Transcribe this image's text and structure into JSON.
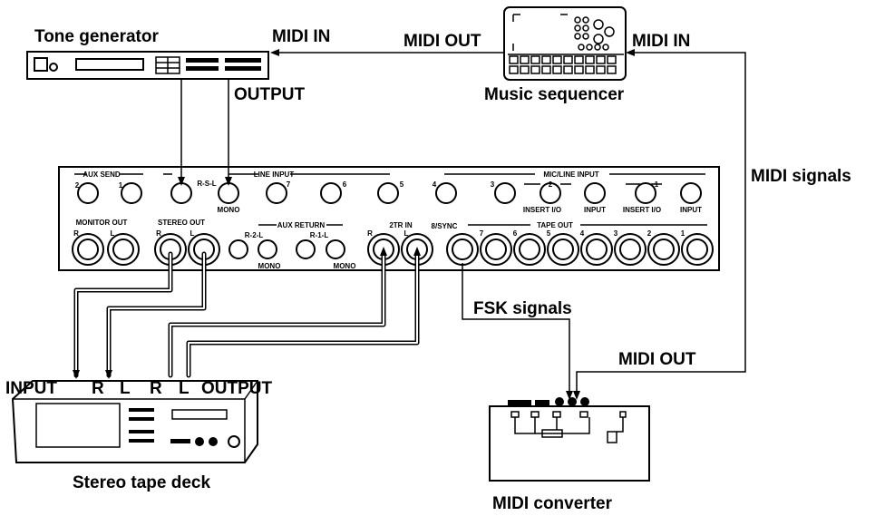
{
  "labels": {
    "tone_generator": "Tone generator",
    "midi_in_tone": "MIDI IN",
    "midi_out_seq": "MIDI OUT",
    "midi_in_seq": "MIDI IN",
    "output_tone": "OUTPUT",
    "music_sequencer": "Music sequencer",
    "midi_signals": "MIDI signals",
    "fsk_signals": "FSK signals",
    "midi_out_conv": "MIDI OUT",
    "input_deck": "INPUT",
    "deck_r1": "R",
    "deck_l1": "L",
    "deck_r2": "R",
    "deck_l2": "L",
    "output_deck": "OUTPUT",
    "stereo_tape_deck": "Stereo tape deck",
    "midi_converter": "MIDI converter"
  },
  "panel": {
    "aux_send": "AUX SEND",
    "aux_send_2": "2",
    "aux_send_1": "1",
    "rsl": "R-S-L",
    "line_input": "LINE INPUT",
    "li_7": "7",
    "li_6": "6",
    "li_5": "5",
    "li_4": "4",
    "li_3": "3",
    "mono1": "MONO",
    "mic_line_input": "MIC/LINE INPUT",
    "ml_2": "2",
    "ml_1": "1",
    "insert1": "INSERT I/O",
    "input1": "INPUT",
    "insert2": "INSERT I/O",
    "input2": "INPUT",
    "monitor_out": "MONITOR OUT",
    "mo_r": "R",
    "mo_l": "L",
    "stereo_out": "STEREO OUT",
    "so_r": "R",
    "so_l": "L",
    "aux_return": "AUX RETURN",
    "ar_r2l": "R-2-L",
    "ar_r1l": "R-1-L",
    "mono2": "MONO",
    "mono3": "MONO",
    "two_tr_in": "2TR IN",
    "tr_r": "R",
    "tr_l": "L",
    "sync": "8/SYNC",
    "tape_out": "TAPE OUT",
    "to_7": "7",
    "to_6": "6",
    "to_5": "5",
    "to_4": "4",
    "to_3": "3",
    "to_2": "2",
    "to_1": "1"
  }
}
